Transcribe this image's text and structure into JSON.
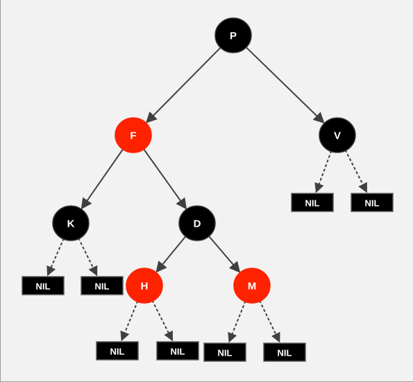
{
  "tree": {
    "colors": {
      "black_node": "#000000",
      "red_node": "#ff2200",
      "node_stroke": "#3a3a3a",
      "nil_box": "#000000",
      "edge": "#404040",
      "background": "#f2f2f2"
    },
    "nodes": [
      {
        "id": "P",
        "label": "P",
        "color": "black"
      },
      {
        "id": "F",
        "label": "F",
        "color": "red"
      },
      {
        "id": "V",
        "label": "V",
        "color": "black"
      },
      {
        "id": "K",
        "label": "K",
        "color": "black"
      },
      {
        "id": "D",
        "label": "D",
        "color": "black"
      },
      {
        "id": "H",
        "label": "H",
        "color": "red"
      },
      {
        "id": "M",
        "label": "M",
        "color": "red"
      }
    ],
    "nil_leaves": [
      {
        "id": "nil-v-left",
        "label": "NIL",
        "parent": "V"
      },
      {
        "id": "nil-v-right",
        "label": "NIL",
        "parent": "V"
      },
      {
        "id": "nil-k-left",
        "label": "NIL",
        "parent": "K"
      },
      {
        "id": "nil-k-right",
        "label": "NIL",
        "parent": "K"
      },
      {
        "id": "nil-h-left",
        "label": "NIL",
        "parent": "H"
      },
      {
        "id": "nil-h-right",
        "label": "NIL",
        "parent": "H"
      },
      {
        "id": "nil-m-left",
        "label": "NIL",
        "parent": "M"
      },
      {
        "id": "nil-m-right",
        "label": "NIL",
        "parent": "M"
      }
    ],
    "edges": [
      {
        "from": "P",
        "to": "F",
        "style": "solid"
      },
      {
        "from": "P",
        "to": "V",
        "style": "solid"
      },
      {
        "from": "F",
        "to": "K",
        "style": "solid"
      },
      {
        "from": "F",
        "to": "D",
        "style": "solid"
      },
      {
        "from": "D",
        "to": "H",
        "style": "solid"
      },
      {
        "from": "D",
        "to": "M",
        "style": "solid"
      },
      {
        "from": "V",
        "to": "nil-v-left",
        "style": "dashed"
      },
      {
        "from": "V",
        "to": "nil-v-right",
        "style": "dashed"
      },
      {
        "from": "K",
        "to": "nil-k-left",
        "style": "dashed"
      },
      {
        "from": "K",
        "to": "nil-k-right",
        "style": "dashed"
      },
      {
        "from": "H",
        "to": "nil-h-left",
        "style": "dashed"
      },
      {
        "from": "H",
        "to": "nil-h-right",
        "style": "dashed"
      },
      {
        "from": "M",
        "to": "nil-m-left",
        "style": "dashed"
      },
      {
        "from": "M",
        "to": "nil-m-right",
        "style": "dashed"
      }
    ]
  }
}
